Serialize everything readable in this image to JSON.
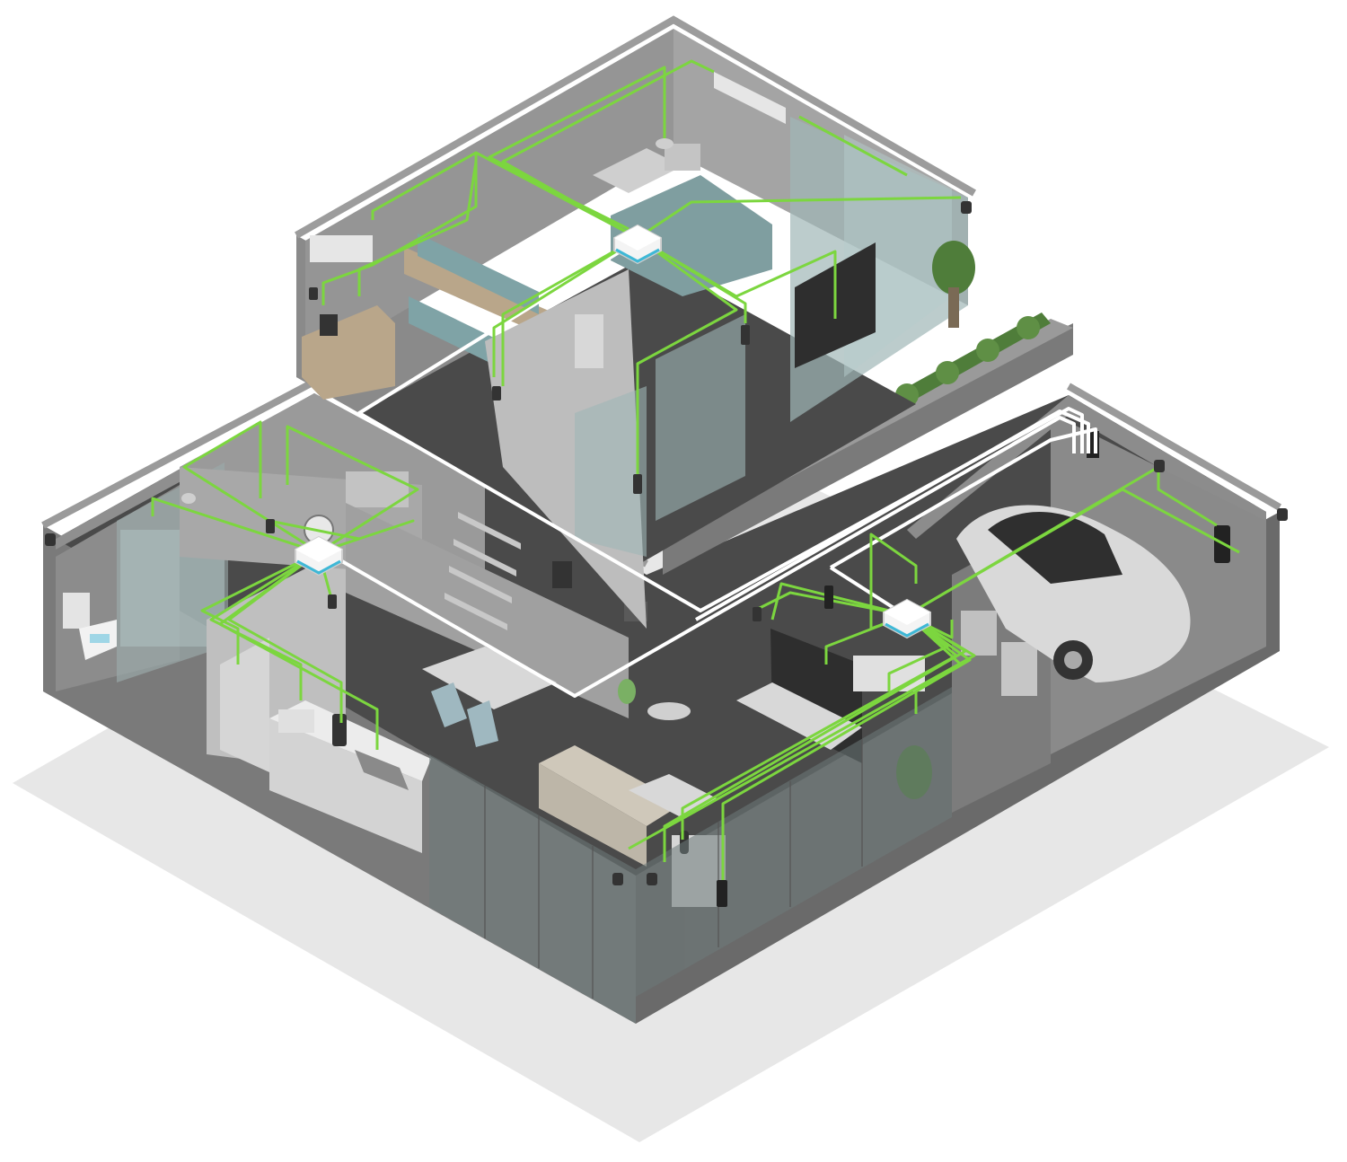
{
  "illustration": {
    "kind": "isometric smart home cutaway",
    "colors": {
      "background": "#ffffff",
      "ground_shadow": "#e7e7e7",
      "wall_dark": "#6e6e6e",
      "wall_mid": "#8a8a8a",
      "wall_light": "#a9a9a9",
      "floor": "#474747",
      "glass": "#9fb6b6",
      "backbone_cable": "#ffffff",
      "device_cable": "#7cd63f",
      "hub_accent": "#3fb8d6",
      "planter_green": "#4f7d3a",
      "furniture": "#c9c9c9",
      "wood": "#b9a68a",
      "car": "#d9d9d9"
    },
    "hubs": [
      {
        "name": "upstairs-hub",
        "icon": "mesh-router-icon"
      },
      {
        "name": "bathroom-kitchen-hub",
        "icon": "mesh-router-icon"
      },
      {
        "name": "garage-living-hub",
        "icon": "mesh-router-icon"
      }
    ],
    "zones": [
      "upper-floor-bedrooms",
      "bathroom",
      "kitchen",
      "dining-area",
      "living-room",
      "utility-room",
      "garage",
      "balcony-planter"
    ],
    "devices": [
      "air-conditioner-icon",
      "security-camera-icon",
      "smart-lock-icon",
      "thermostat-icon",
      "ev-charger-icon",
      "smart-tv-icon",
      "robot-vacuum-icon",
      "control-panel-icon",
      "smart-speaker-icon",
      "lamp-icon",
      "laptop-icon",
      "smart-switch-icon",
      "electric-car-icon"
    ]
  }
}
